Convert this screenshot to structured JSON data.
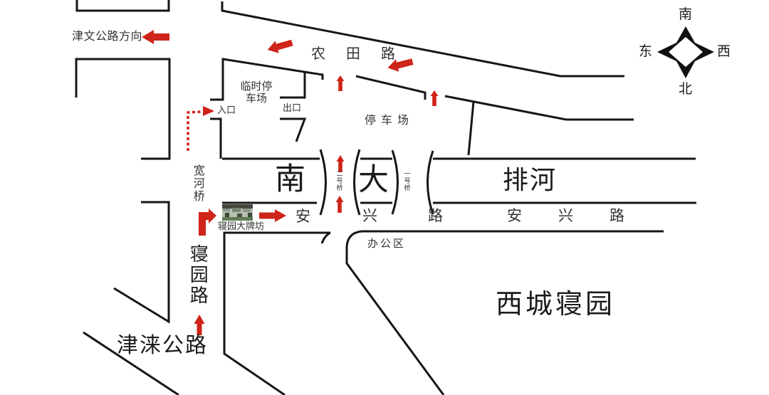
{
  "colors": {
    "line": "#161616",
    "accent": "#cf2419",
    "text": "#333333"
  },
  "compass": {
    "top": "南",
    "bottom": "北",
    "left": "东",
    "right": "西"
  },
  "roads": {
    "jinwen_direction": "津文公路方向",
    "nongtian": "农田路",
    "anxing_west": [
      "安",
      "兴",
      "路"
    ],
    "anxing_east": [
      "安",
      "兴",
      "路"
    ],
    "qinyuan": "寝园路",
    "jinlai": "津涞公路"
  },
  "river": {
    "nan": "南",
    "da": "大",
    "paihe": "排河",
    "bridge_no2": "二号桥",
    "bridge_no1": "一号桥",
    "kuanhe_bridge": "宽河桥"
  },
  "places": {
    "temp_parking_line1": "临时停",
    "temp_parking_line2": "车场",
    "entrance": "入口",
    "exit": "出口",
    "parking": "停车场",
    "paifang": "寝园大牌坊",
    "office_area": "办公区",
    "cemetery": "西城寝园"
  }
}
